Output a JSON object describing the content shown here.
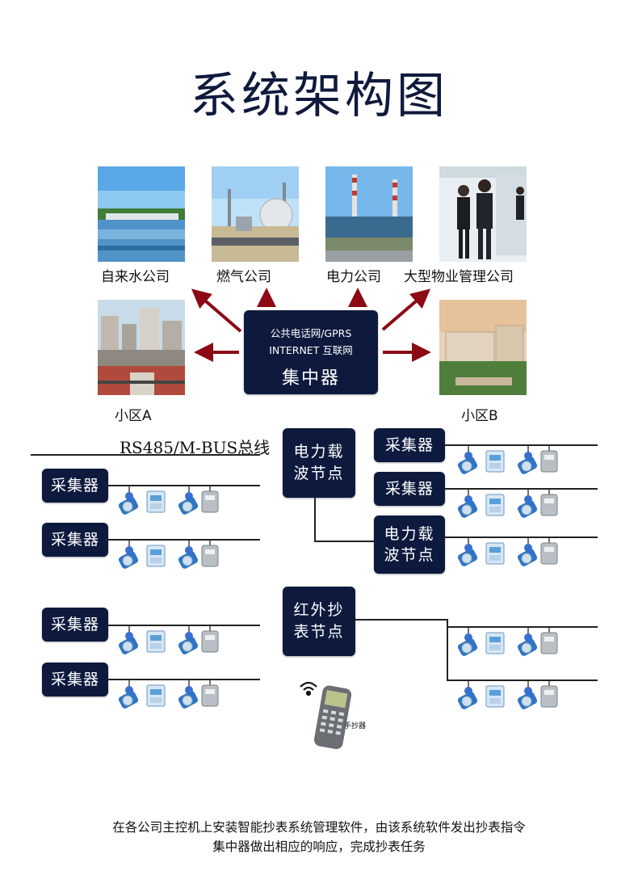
{
  "title": "系统架构图",
  "utilities": [
    {
      "label": "自来水公司",
      "photo": "water-plant"
    },
    {
      "label": "燃气公司",
      "photo": "gas-plant"
    },
    {
      "label": "电力公司",
      "photo": "power-plant"
    },
    {
      "label": "大型物业管理公司",
      "photo": "office-people"
    }
  ],
  "residences": [
    {
      "label": "小区A",
      "photo": "city-buildings"
    },
    {
      "label": "小区B",
      "photo": "residential-complex"
    }
  ],
  "concentrator": {
    "line1": "公共电话网/GPRS",
    "line2": "INTERNET 互联网",
    "name": "集中器"
  },
  "bus_label": "RS485/M-BUS总线",
  "collector_label": "采集器",
  "plc_node": {
    "line1": "电力载",
    "line2": "波节点"
  },
  "ir_node": {
    "line1": "红外抄",
    "line2": "表节点"
  },
  "handheld_label": "手抄器",
  "footer": {
    "line1": "在各公司主控机上安装智能抄表系统管理软件，由该系统软件发出抄表指令",
    "line2": "集中器做出相应的响应，完成抄表任务"
  },
  "colors": {
    "navy": "#0d1a3e",
    "arrow": "#8b0a14",
    "meter_blue": "#2b6fc4"
  }
}
